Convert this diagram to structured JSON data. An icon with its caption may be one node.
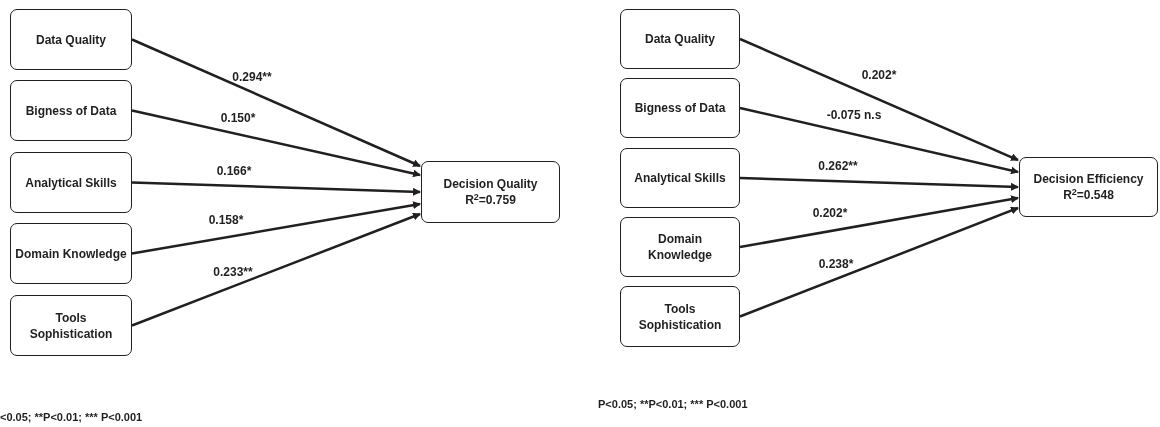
{
  "diagram": {
    "nodes": [
      {
        "text": [
          "Data Quality"
        ]
      },
      {
        "text": [
          "Bigness of Data"
        ]
      },
      {
        "text": [
          "Analytical Skills"
        ]
      },
      {
        "text": [
          "Domain Knowledge"
        ]
      },
      {
        "text": [
          "Tools Sophistication"
        ]
      },
      {
        "text": [
          "Decision Quality R$^{2}$=0.759"
        ]
      },
      {
        "text": [
          "Data Quality"
        ]
      },
      {
        "text": [
          "Bigness of Data"
        ]
      },
      {
        "text": [
          "Analytical Skills"
        ]
      },
      {
        "text": [
          "Domain Knowledge"
        ]
      },
      {
        "text": [
          "Tools Sophistication"
        ]
      },
      {
        "text": [
          "Decision Efficiency R$^{2}$=0.548"
        ]
      }
    ],
    "edges": [
      {
        "from": 0,
        "to": 5,
        "arrow": "to",
        "label": "0.294**"
      },
      {
        "from": 1,
        "to": 5,
        "arrow": "to",
        "label": "0.150*"
      },
      {
        "from": 2,
        "to": 5,
        "arrow": "to",
        "label": "0.166*"
      },
      {
        "from": 3,
        "to": 5,
        "arrow": "to",
        "label": "0.158*"
      },
      {
        "from": 4,
        "to": 5,
        "arrow": "to",
        "label": "0.233**"
      },
      {
        "from": 6,
        "to": 11,
        "arrow": "to",
        "label": "0.202*"
      },
      {
        "from": 7,
        "to": 11,
        "arrow": "to",
        "label": "-0.075 n.s"
      },
      {
        "from": 8,
        "to": 11,
        "arrow": "to",
        "label": "0.262**"
      },
      {
        "from": 9,
        "to": 11,
        "arrow": "to",
        "label": "0.202*"
      },
      {
        "from": 10,
        "to": 11,
        "arrow": "to",
        "label": "0.238*"
      }
    ],
    "labels": [
      "<0.05; **P<0.01; *** P<0.001",
      "P<0.05; **P<0.01; *** P<0.001"
    ]
  }
}
